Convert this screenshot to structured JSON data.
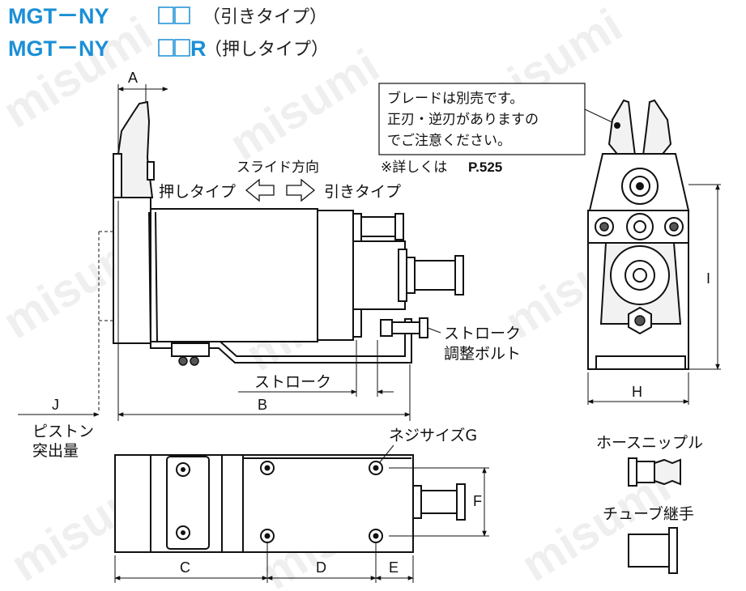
{
  "titles": {
    "pull_model": "MGT－NY",
    "pull_type": "（引きタイプ）",
    "push_model": "MGT－NY",
    "push_suffix": "R",
    "push_type": "（押しタイプ）"
  },
  "note": {
    "line1": "ブレードは別売です。",
    "line2": "正刃・逆刃がありますの",
    "line3": "でご注意ください。",
    "ref_prefix": "※詳しくは",
    "ref_page": "P.525"
  },
  "labels": {
    "slide_direction": "スライド方向",
    "push_type": "押しタイプ",
    "pull_type": "引きタイプ",
    "stroke_adjust_1": "ストローク",
    "stroke_adjust_2": "調整ボルト",
    "stroke": "ストローク",
    "piston_1": "ピストン",
    "piston_2": "突出量",
    "thread_size": "ネジサイズG",
    "hose_nipple": "ホースニップル",
    "tube_fitting": "チューブ継手"
  },
  "dimensions": {
    "A": "A",
    "B": "B",
    "C": "C",
    "D": "D",
    "E": "E",
    "F": "F",
    "H": "H",
    "I": "I",
    "J": "J"
  },
  "watermark": "misumi"
}
